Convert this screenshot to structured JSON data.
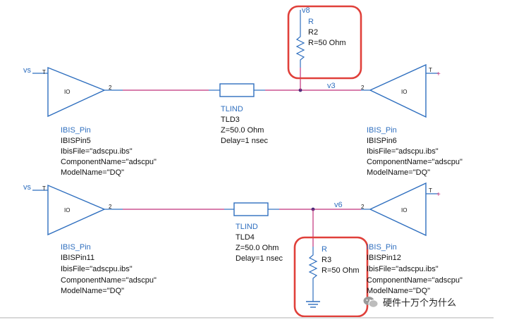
{
  "nodes": {
    "v5_top": "vs",
    "v5_bottom": "vs",
    "net_v3": "v3",
    "net_v6": "v6",
    "node_v8": "v8"
  },
  "pin_numbers": {
    "input": "T",
    "output": "2"
  },
  "buffer_text": "IO",
  "ibis_top_left": {
    "type": "IBIS_Pin",
    "name": "IBISPin5",
    "ibisfile": "IbisFile=\"adscpu.ibs\"",
    "component": "ComponentName=\"adscpu\"",
    "model": "ModelName=\"DQ\""
  },
  "ibis_top_right": {
    "type": "IBIS_Pin",
    "name": "IBISPin6",
    "ibisfile": "IbisFile=\"adscpu.ibs\"",
    "component": "ComponentName=\"adscpu\"",
    "model": "ModelName=\"DQ\""
  },
  "ibis_bottom_left": {
    "type": "IBIS_Pin",
    "name": "IBISPin11",
    "ibisfile": "IbisFile=\"adscpu.ibs\"",
    "component": "ComponentName=\"adscpu\"",
    "model": "ModelName=\"DQ\""
  },
  "ibis_bottom_right": {
    "type": "IBIS_Pin",
    "name": "IBISPin12",
    "ibisfile": "IbisFile=\"adscpu.ibs\"",
    "component": "ComponentName=\"adscpu\"",
    "model": "ModelName=\"DQ\""
  },
  "tline_top": {
    "type": "TLIND",
    "name": "TLD3",
    "z": "Z=50.0 Ohm",
    "delay": "Delay=1 nsec"
  },
  "tline_bottom": {
    "type": "TLIND",
    "name": "TLD4",
    "z": "Z=50.0 Ohm",
    "delay": "Delay=1 nsec"
  },
  "resistor_top": {
    "type": "R",
    "name": "R2",
    "value": "R=50 Ohm"
  },
  "resistor_bottom": {
    "type": "R",
    "name": "R3",
    "value": "R=50 Ohm"
  },
  "watermark": "硬件十万个为什么",
  "colors": {
    "wire": "#c0307a",
    "component": "#2f6fbf",
    "highlight": "#e0403a",
    "text_dark": "#111111"
  }
}
